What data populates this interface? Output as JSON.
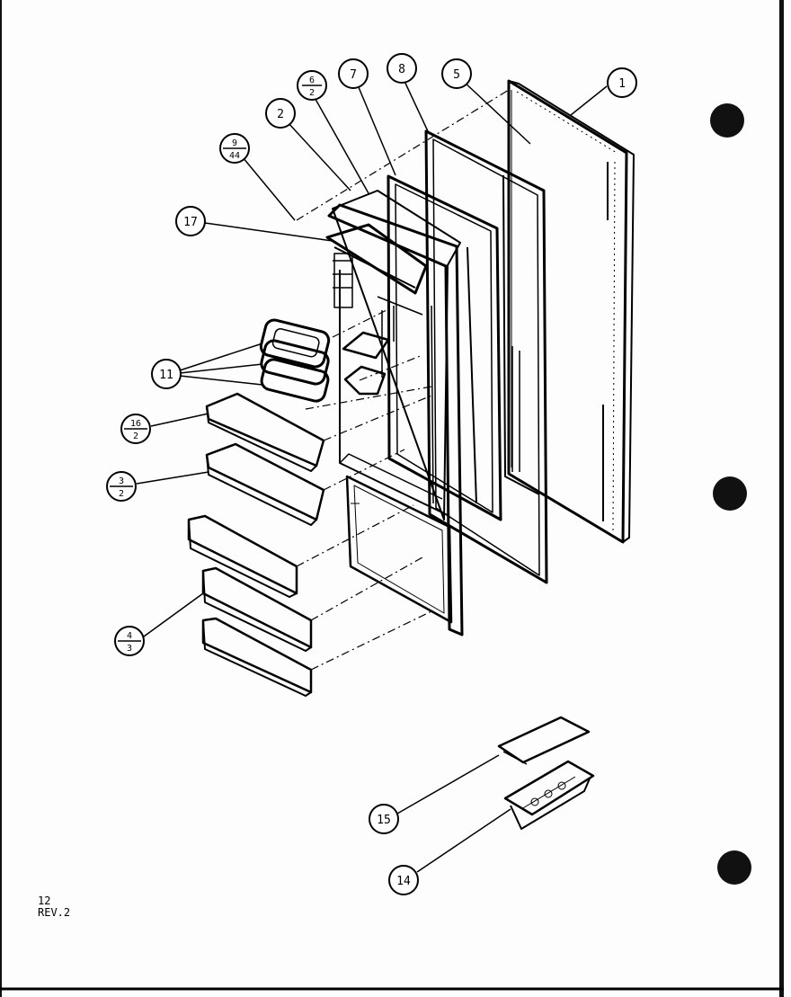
{
  "labels": {
    "p1": "1",
    "p2": "2",
    "p5": "5",
    "p7": "7",
    "p8": "8",
    "p6_top": "6",
    "p6_bot": "2",
    "p9_top": "9",
    "p9_bot": "44",
    "p17": "17",
    "p11": "11",
    "p16_top": "16",
    "p16_bot": "2",
    "p3_top": "3",
    "p3_bot": "2",
    "p4_top": "4",
    "p4_bot": "3",
    "p15": "15",
    "p14": "14"
  },
  "sheet": {
    "number": "12",
    "revision": "REV.2"
  }
}
